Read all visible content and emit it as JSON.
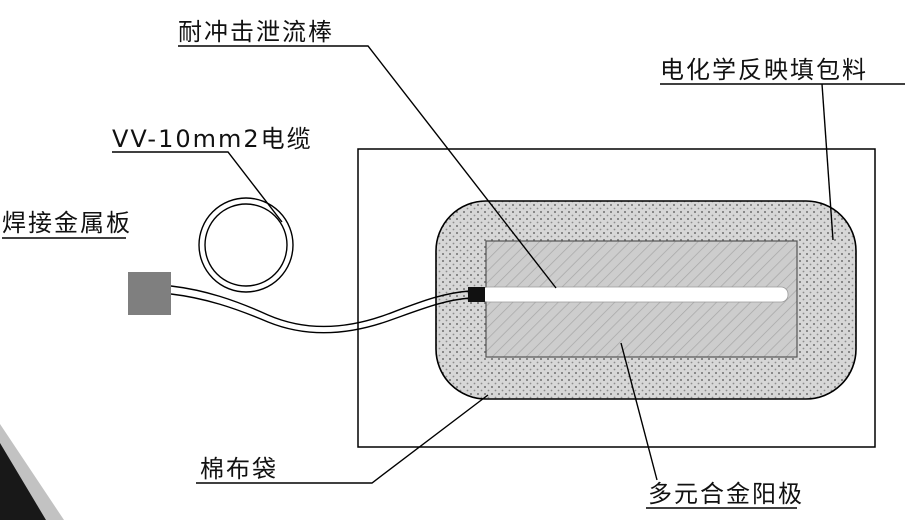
{
  "diagram": {
    "labels": {
      "discharge_rod": "耐冲击泄流棒",
      "filler": "电化学反映填包料",
      "cable": "VV-10mm2电缆",
      "metal_plate": "焊接金属板",
      "cotton_bag": "棉布袋",
      "anode": "多元合金阳极"
    },
    "colors": {
      "plate_fill": "#7f7f7f",
      "rod_fill": "#ffffff",
      "connector_fill": "#111111",
      "line": "#000000",
      "bag_base": "#d7d7d7",
      "anode_base": "#cdcdcd"
    }
  }
}
